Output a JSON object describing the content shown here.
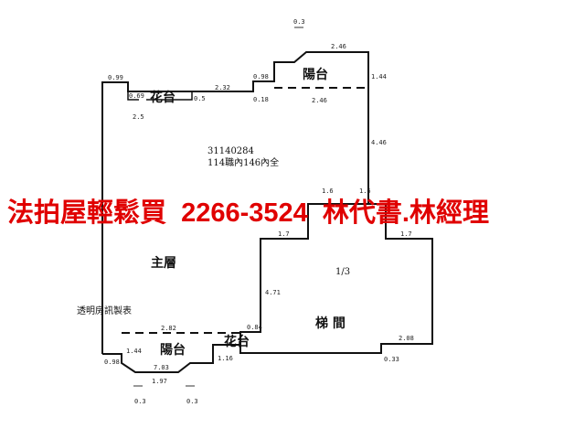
{
  "plan": {
    "id_number": "31140284",
    "id_note": "114職內146內全",
    "source_note": "透明房訊製表",
    "rooms": {
      "balcony_top": "陽台",
      "balcony_bottom": "陽台",
      "flower_box_top": "花台",
      "flower_box_bottom": "花台",
      "main": "主層",
      "stairwell": "梯 間",
      "stair_mark": "1/3"
    },
    "dimensions": {
      "d0_99": "0.99",
      "d2_5": "2.5",
      "d0_5": "0.5",
      "d0_69": "0.69",
      "d2_32": "2.32",
      "d0_98": "0.98",
      "d0_18": "0.18",
      "d0_3_top": "0.3",
      "d2_46_top": "2.46",
      "d1_44_top": "1.44",
      "d2_46": "2.46",
      "d4_46": "4.46",
      "d1_6a": "1.6",
      "d1_6b": "1.6",
      "d1_7a": "1.7",
      "d1_7b": "1.7",
      "d4_71": "4.71",
      "d2_82": "2.82",
      "d0_84": "0.84",
      "d1_44_bottom": "1.44",
      "d0_98_bottom": "0.98",
      "d1_16": "1.16",
      "d2_08": "2.08",
      "d0_33": "0.33",
      "d7_03": "7.03",
      "d1_97": "1.97",
      "d0_3a": "0.3",
      "d0_3b": "0.3"
    }
  },
  "banner": {
    "text": "法拍屋輕鬆買  2266-3524  林代書.林經理",
    "color": "#e00000"
  }
}
